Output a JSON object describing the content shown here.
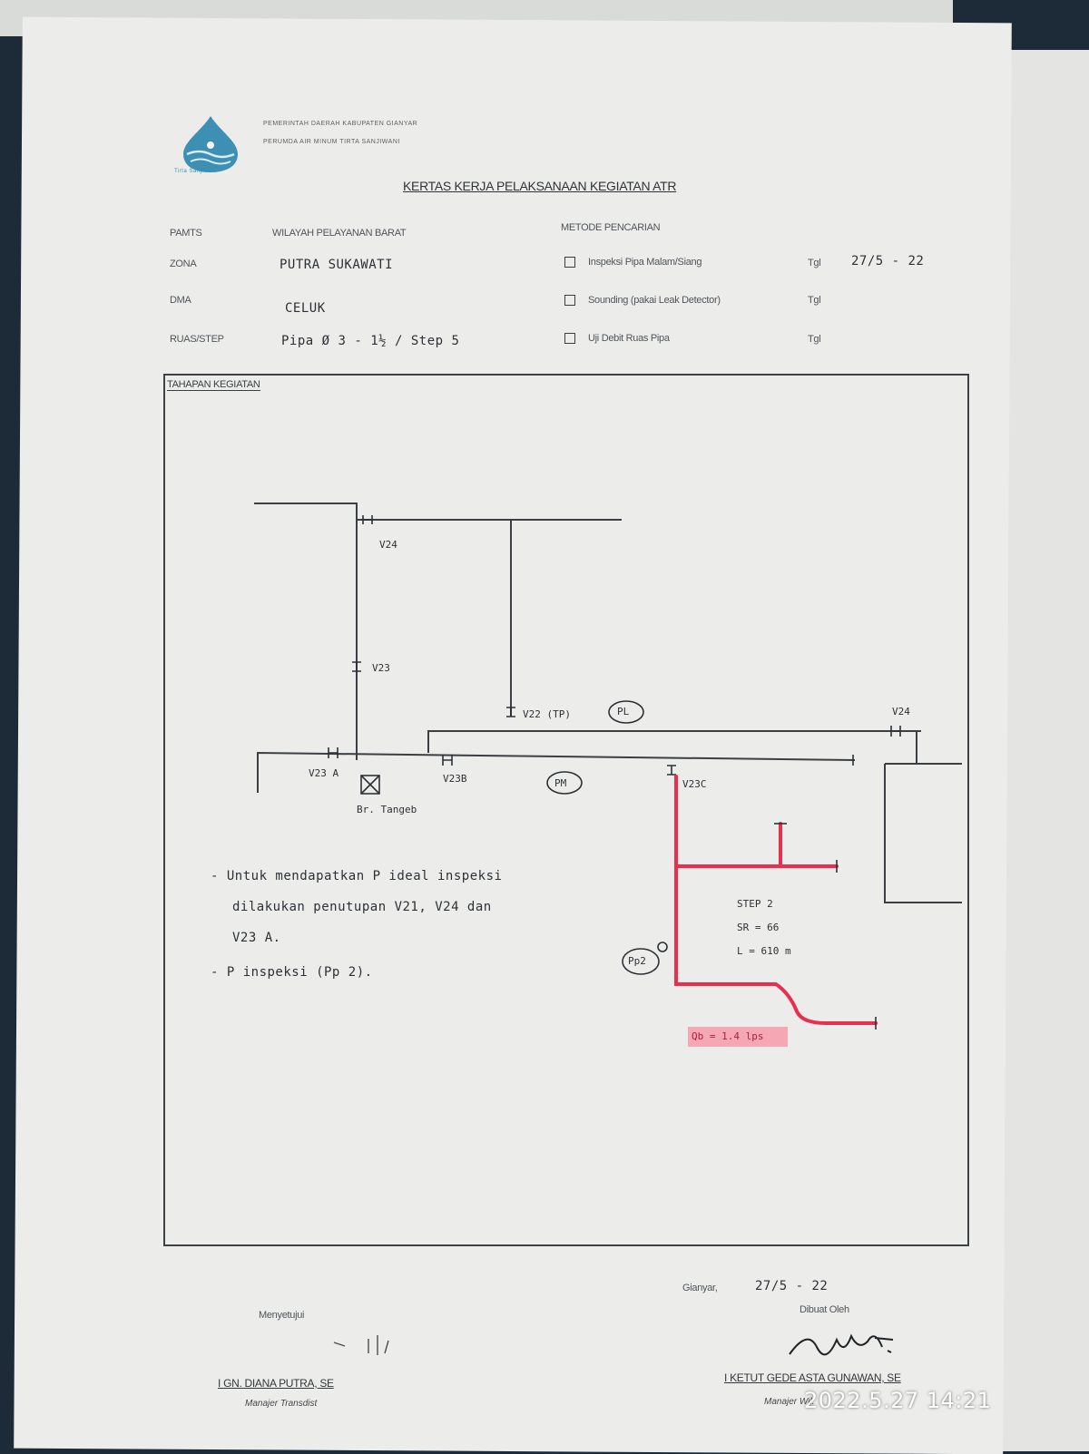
{
  "header": {
    "org_line_1": "PEMERINTAH DAERAH KABUPATEN GIANYAR",
    "org_line_2": "PERUMDA AIR MINUM TIRTA SANJIWANI",
    "logo_caption": "Tirta Sanjiwani",
    "title": "KERTAS KERJA PELAKSANAAN KEGIATAN ATR"
  },
  "fields": [
    {
      "label": "PAMTS",
      "value": "WILAYAH PELAYANAN BARAT"
    },
    {
      "label": "ZONA",
      "value": "PUTRA SUKAWATI"
    },
    {
      "label": "DMA",
      "value": "CELUK"
    },
    {
      "label": "RUAS/STEP",
      "value": "Pipa Ø 3 - 1½ / Step 5"
    }
  ],
  "method": {
    "heading": "METODE PENCARIAN",
    "options": [
      {
        "label": "Inspeksi Pipa Malam/Siang",
        "tgl_label": "Tgl",
        "tgl_value": "27/5 - 22"
      },
      {
        "label": "Sounding (pakai Leak Detector)",
        "tgl_label": "Tgl",
        "tgl_value": ""
      },
      {
        "label": "Uji Debit Ruas Pipa",
        "tgl_label": "Tgl",
        "tgl_value": ""
      }
    ]
  },
  "section": {
    "label": "TAHAPAN KEGIATAN"
  },
  "diagram": {
    "v24": "V24",
    "v23": "V23",
    "v22": "V22 (TP)",
    "pt": "PL",
    "v24_right": "V24",
    "v23a": "V23 A",
    "v23b": "V23B",
    "pm": "PM",
    "v23c": "V23C",
    "box_label": "Br. Tangeb",
    "step_name": "STEP 2",
    "step_sr": "SR = 66",
    "step_len": "L = 610 m",
    "pp": "Pp2",
    "flow": "Qb = 1.4 lps",
    "colors": {
      "ink": "#3b3e43",
      "red": "#e8304e",
      "highlight": "#f5a7b3"
    }
  },
  "notes": [
    "- Untuk mendapatkan P ideal inspeksi",
    "dilakukan penutupan V21, V24 dan",
    "V23 A.",
    "- P inspeksi (Pp 2)."
  ],
  "footer": {
    "place_date_label": "Gianyar,",
    "place_date_value": "27/5 - 22",
    "approve_label": "Menyetujui",
    "made_label": "Dibuat Oleh",
    "left_name": "I GN. DIANA PUTRA, SE",
    "left_role": "Manajer Transdist",
    "right_name": "I KETUT GEDE ASTA GUNAWAN, SE",
    "right_role": "Manajer Wil.",
    "timestamp": "2022.5.27 14:21"
  }
}
